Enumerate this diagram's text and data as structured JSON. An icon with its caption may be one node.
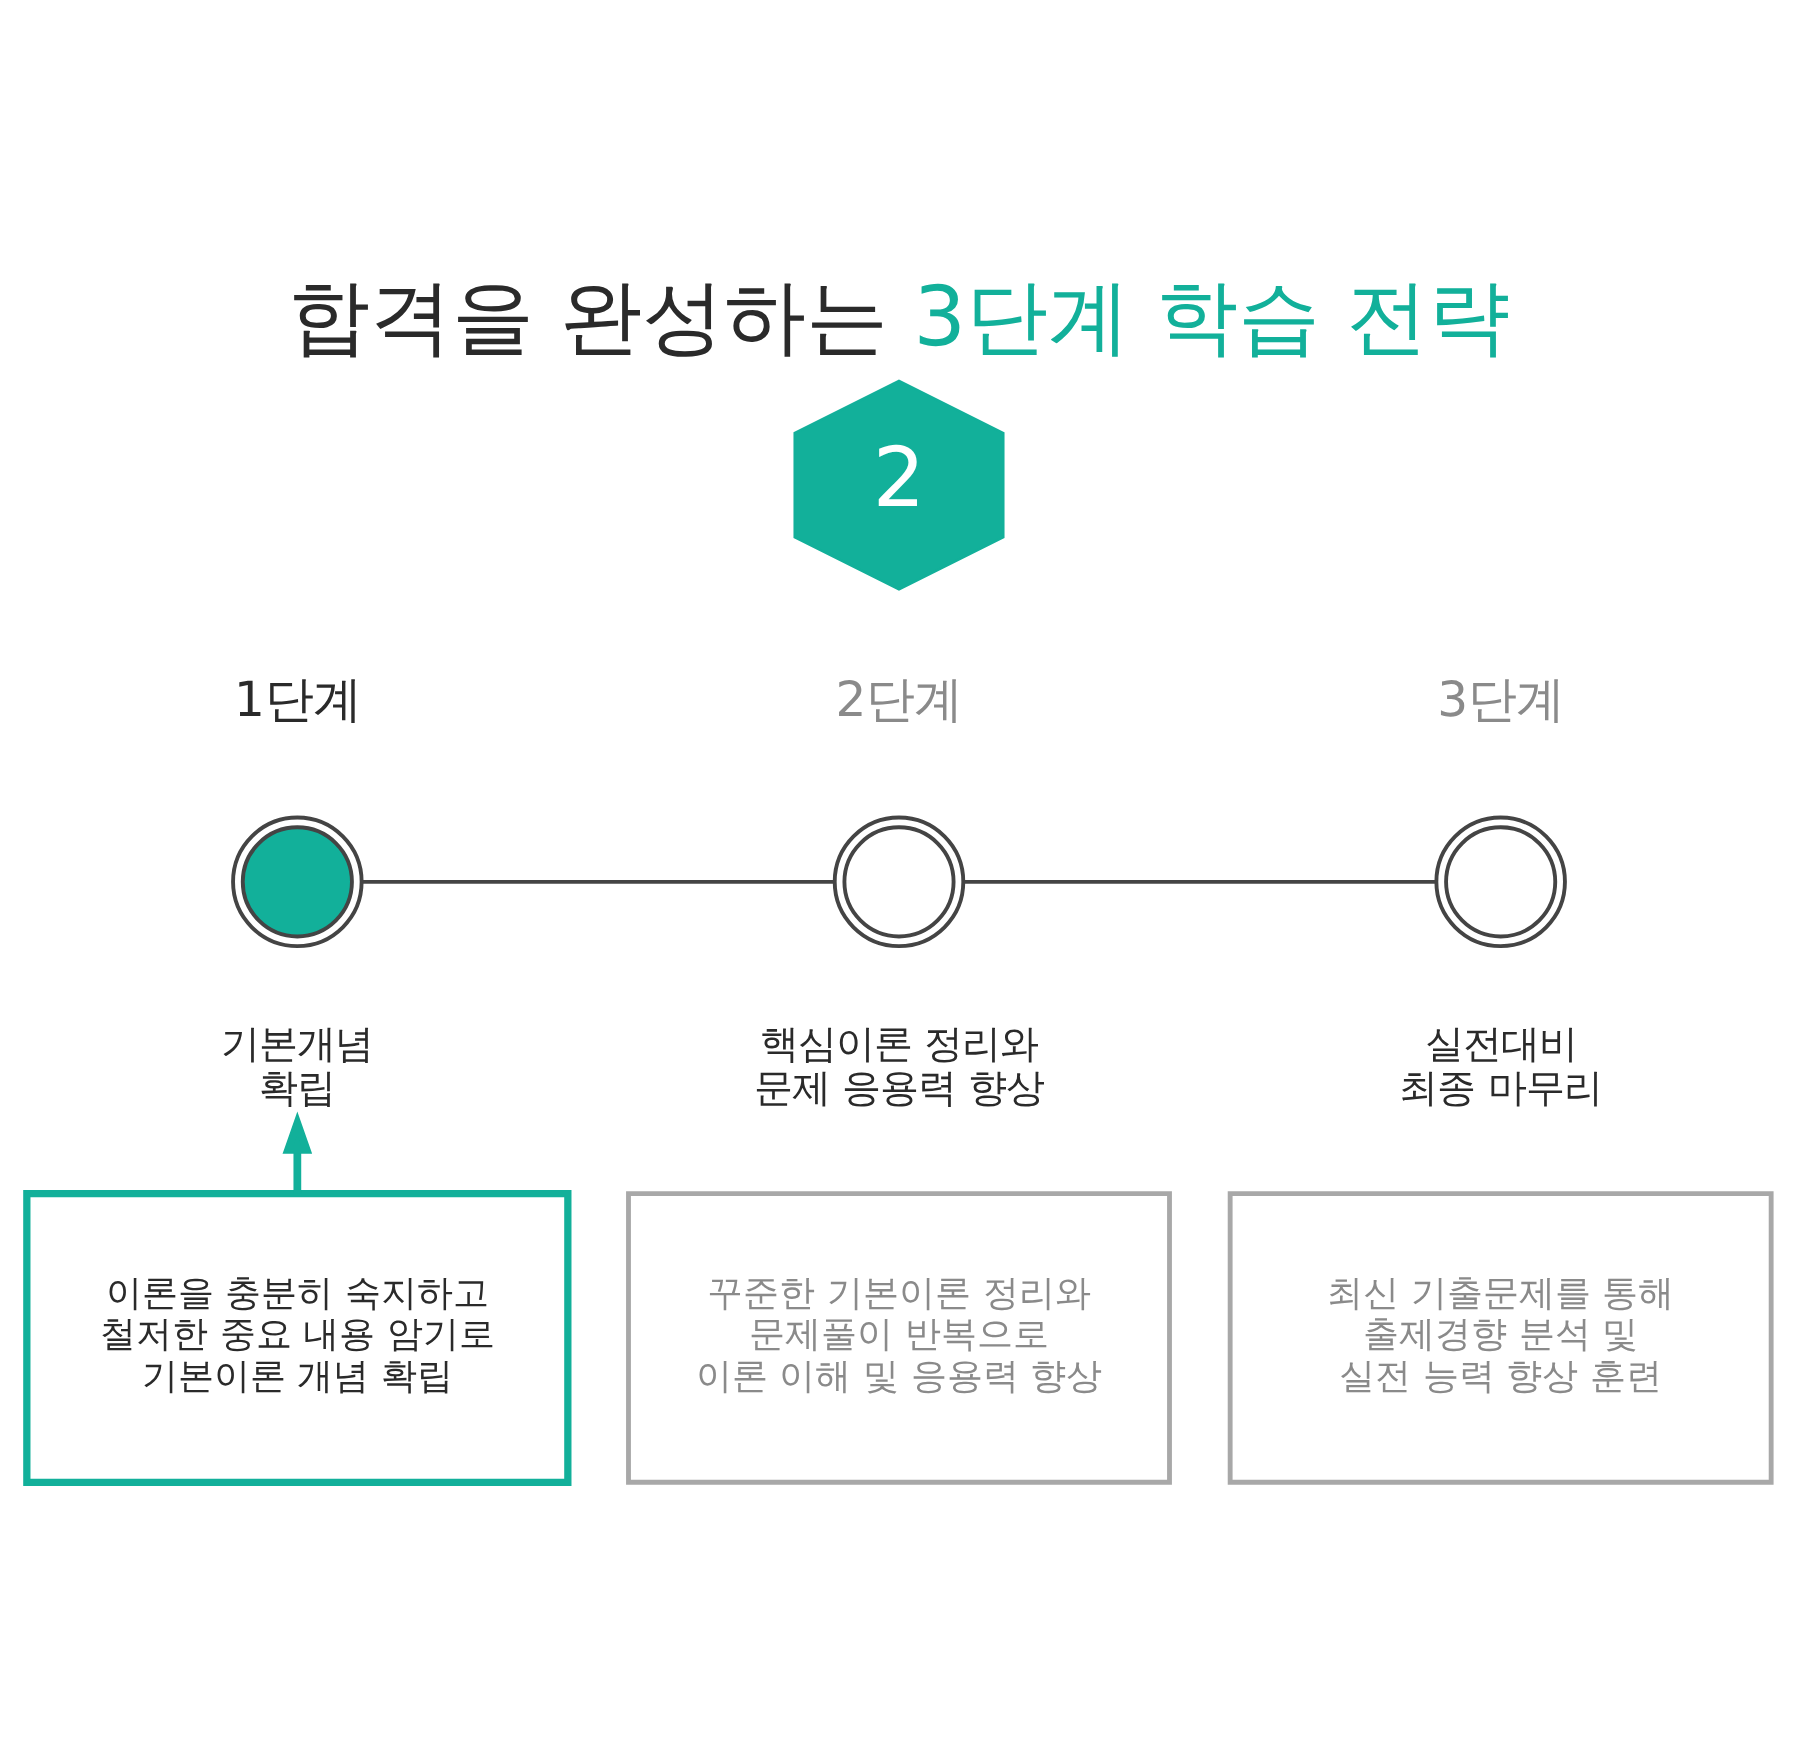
{
  "diagram": {
    "title": "합격을 완성하는 3단계 학습 전략",
    "nodes": [
      {
        "text": [
          "2"
        ]
      },
      {
        "text": [],
        "shape": "circle",
        "beside": [
          "1단계"
        ]
      },
      {
        "text": [],
        "shape": "circle",
        "beside": [
          "2단계",
          "핵심이론 정리와 문제 응용력 향상"
        ]
      },
      {
        "text": [],
        "shape": "circle",
        "beside": [
          "3단계",
          "실전대비 최종 마무리"
        ]
      },
      {
        "text": [
          "기본개념 확립"
        ]
      },
      {
        "text": [
          "이론을 충분히 숙지하고 철저한 중요 내용 암기로 기본이론 개념 확립"
        ]
      },
      {
        "text": [
          "꾸준한 기본이론 정리와 문제풀이 반복으로 이론 이해 및 응용력 향상"
        ]
      },
      {
        "text": [
          "최신 기출문제를 통해 출제경향 분석 및 실전 능력 향상 훈련"
        ]
      }
    ],
    "edges": [
      {
        "from": 1,
        "to": 2,
        "arrow": "none"
      },
      {
        "from": 2,
        "to": 3,
        "arrow": "none"
      },
      {
        "from": 5,
        "to": 4,
        "arrow": "to",
        "style": "thick",
        "color": "#12b09a"
      }
    ]
  }
}
